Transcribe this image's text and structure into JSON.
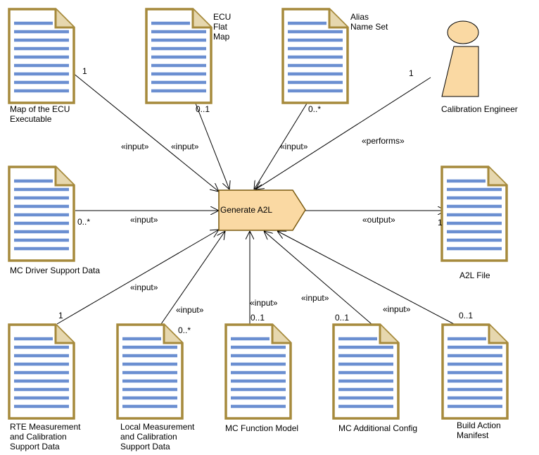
{
  "task": {
    "label": "Generate A2L"
  },
  "colors": {
    "doc_fill": "#ffffff",
    "doc_border": "#a68a3c",
    "doc_lines": "#6b8fd1",
    "task_fill": "#fad9a3",
    "task_border": "#a68a3c",
    "actor_fill": "#fad9a3",
    "edge": "#000000"
  },
  "artifacts": [
    {
      "id": "map-ecu",
      "label": "Map of the ECU\nExecutable",
      "multiplicity": "1",
      "stereotype": "«input»"
    },
    {
      "id": "ecu-flat-map",
      "label": "ECU\nFlat\nMap",
      "multiplicity": "0..1",
      "stereotype": "«input»"
    },
    {
      "id": "alias-name-set",
      "label": "Alias\nName Set",
      "multiplicity": "0..*",
      "stereotype": "«input»"
    },
    {
      "id": "mc-driver-support",
      "label": "MC Driver Support Data",
      "multiplicity": "0..*",
      "stereotype": "«input»"
    },
    {
      "id": "a2l-file",
      "label": "A2L File",
      "multiplicity": "1",
      "stereotype": "«output»"
    },
    {
      "id": "rte-measurement",
      "label": "RTE Measurement\nand Calibration\nSupport Data",
      "multiplicity": "1",
      "stereotype": "«input»"
    },
    {
      "id": "local-measurement",
      "label": "Local Measurement\nand Calibration\nSupport Data",
      "multiplicity": "0..*",
      "stereotype": "«input»"
    },
    {
      "id": "mc-function-model",
      "label": "MC Function Model",
      "multiplicity": "0..1",
      "stereotype": "«input»"
    },
    {
      "id": "mc-additional-config",
      "label": "MC Additional Config",
      "multiplicity": "0..1",
      "stereotype": "«input»"
    },
    {
      "id": "build-action-manifest",
      "label": "Build Action\nManifest",
      "multiplicity": "0..1",
      "stereotype": "«input»"
    }
  ],
  "actor": {
    "label": "Calibration Engineer",
    "multiplicity": "1",
    "stereotype": "«performs»"
  }
}
